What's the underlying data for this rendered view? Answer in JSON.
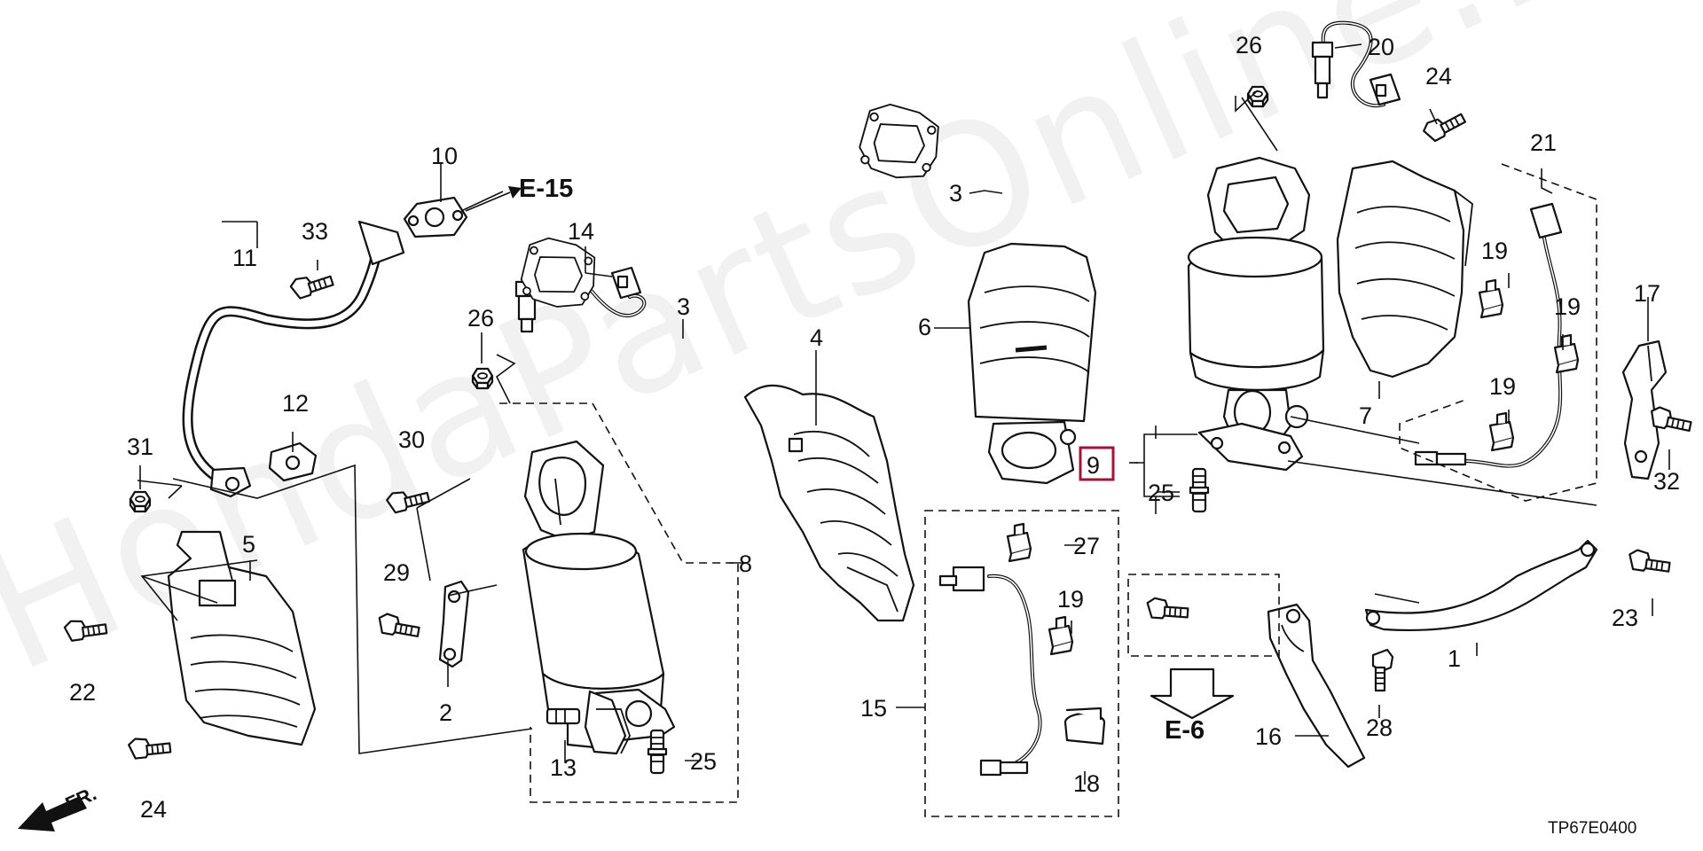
{
  "watermark": "HondaPartsOnline.ru",
  "references": {
    "e15": "E-15",
    "e6": "E-6"
  },
  "front_marker": "FR.",
  "diagram_code": "TP67E0400",
  "highlight_color": "#a0163a",
  "callouts": {
    "c1": "1",
    "c2": "2",
    "c3a": "3",
    "c3b": "3",
    "c4": "4",
    "c5": "5",
    "c6": "6",
    "c7": "7",
    "c8": "8",
    "c9": "9",
    "c10": "10",
    "c11": "11",
    "c12": "12",
    "c13": "13",
    "c14": "14",
    "c15": "15",
    "c16": "16",
    "c17": "17",
    "c18": "18",
    "c19a": "19",
    "c19b": "19",
    "c19c": "19",
    "c19d": "19",
    "c20": "20",
    "c21": "21",
    "c22": "22",
    "c23": "23",
    "c24a": "24",
    "c24b": "24",
    "c25a": "25",
    "c25b": "25",
    "c26a": "26",
    "c26b": "26",
    "c27": "27",
    "c28": "28",
    "c29": "29",
    "c30": "30",
    "c31": "31",
    "c32": "32",
    "c33": "33"
  }
}
